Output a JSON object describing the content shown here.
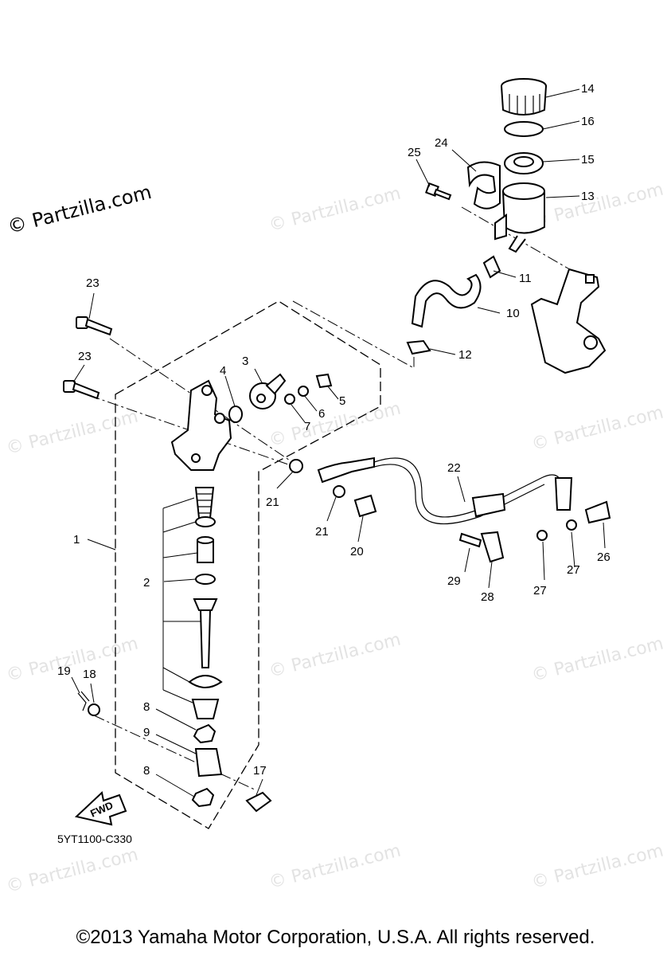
{
  "watermark_main": "© Partzilla.com",
  "watermark_repeat": "© Partzilla.com",
  "diagram_code": "5YT1100-C330",
  "fwd_label": "FWD",
  "copyright": "©2013 Yamaha Motor Corporation, U.S.A. All rights reserved.",
  "callouts": {
    "c1": "1",
    "c2": "2",
    "c3": "3",
    "c4": "4",
    "c5": "5",
    "c6": "6",
    "c7": "7",
    "c8a": "8",
    "c8b": "8",
    "c9": "9",
    "c10": "10",
    "c11": "11",
    "c12": "12",
    "c13": "13",
    "c14": "14",
    "c15": "15",
    "c16": "16",
    "c17": "17",
    "c18": "18",
    "c19": "19",
    "c20": "20",
    "c21a": "21",
    "c21b": "21",
    "c22": "22",
    "c23a": "23",
    "c23b": "23",
    "c24": "24",
    "c25": "25",
    "c26": "26",
    "c27a": "27",
    "c27b": "27",
    "c28": "28",
    "c29": "29"
  }
}
